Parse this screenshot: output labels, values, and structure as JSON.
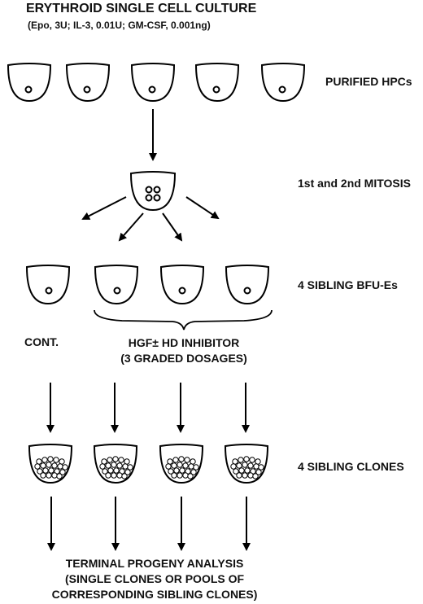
{
  "title": "ERYTHROID SINGLE CELL CULTURE",
  "subtitle": "(Epo, 3U; IL-3, 0.01U; GM-CSF, 0.001ng)",
  "stages": {
    "purified": "PURIFIED HPCs",
    "mitosis": "1st and 2nd MITOSIS",
    "bfu": "4 SIBLING BFU-Es",
    "clones": "4 SIBLING CLONES"
  },
  "control_label": "CONT.",
  "treatment_label_line1": "HGF± HD INHIBITOR",
  "treatment_label_line2": "(3 GRADED DOSAGES)",
  "analysis_line1": "TERMINAL PROGENY ANALYSIS",
  "analysis_line2": "(SINGLE CLONES OR POOLS OF",
  "analysis_line3": "CORRESPONDING SIBLING CLONES)"
}
